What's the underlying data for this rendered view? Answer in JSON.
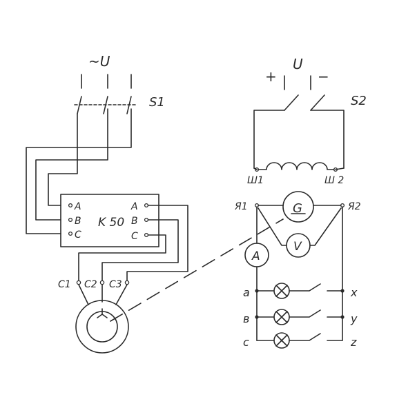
{
  "labels": {
    "ac_supply": "~U",
    "dc_supply": "U",
    "dc_plus": "+",
    "dc_minus": "−",
    "switch_s1": "S1",
    "switch_s2": "S2",
    "block_name": "K 50",
    "block_left_a": "A",
    "block_left_b": "B",
    "block_left_c": "C",
    "block_right_a": "A",
    "block_right_b": "B",
    "block_right_c": "C",
    "motor_c1": "C1",
    "motor_c2": "C2",
    "motor_c3": "C3",
    "field_sh1": "Ш1",
    "field_sh2": "Ш 2",
    "armature_ya1": "Я1",
    "armature_ya2": "Я2",
    "generator": "G",
    "voltmeter": "V",
    "ammeter": "A",
    "lamp_a": "a",
    "lamp_b": "в",
    "lamp_c": "c",
    "lamp_x": "x",
    "lamp_y": "y",
    "lamp_z": "z"
  }
}
